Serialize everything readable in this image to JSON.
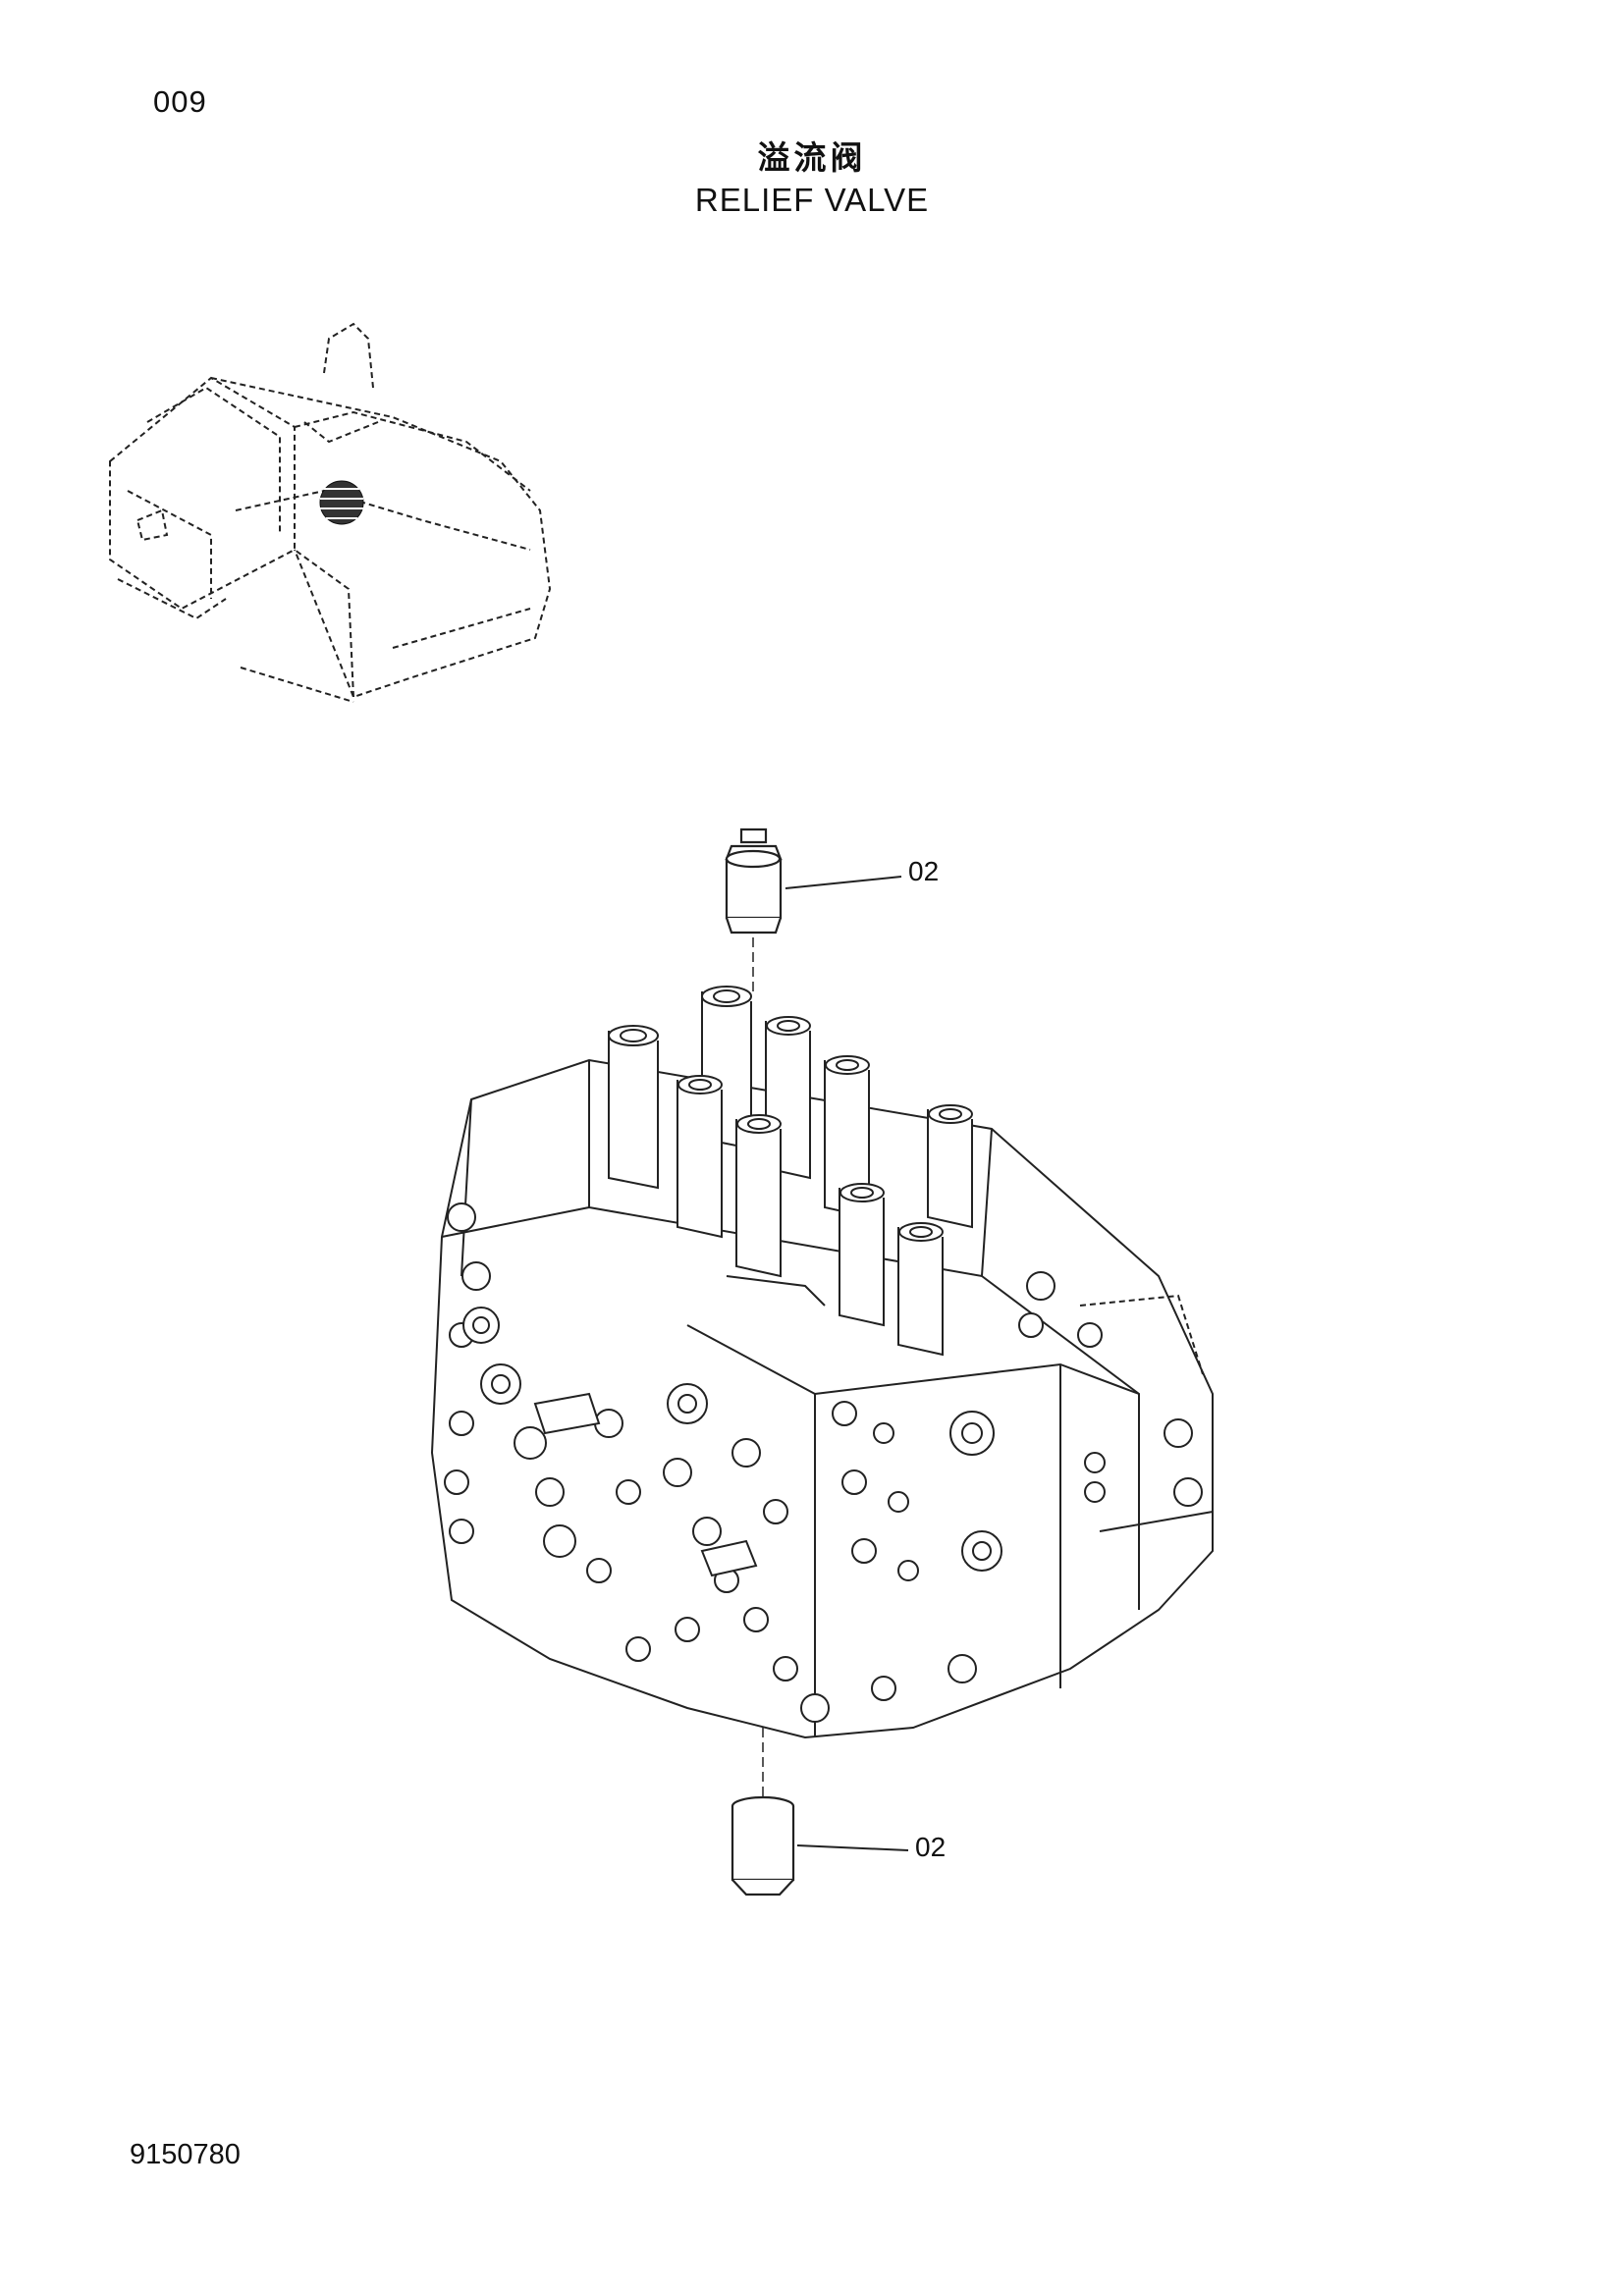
{
  "page": {
    "page_number": "009",
    "title_cn": "溢流阀",
    "title_en": "RELIEF VALVE",
    "drawing_number": "9150780"
  },
  "callouts": [
    {
      "label": "02",
      "part": "relief valve (upper)"
    },
    {
      "label": "02",
      "part": "relief valve (lower)"
    }
  ],
  "colors": {
    "line": "#222222",
    "background": "#ffffff"
  }
}
